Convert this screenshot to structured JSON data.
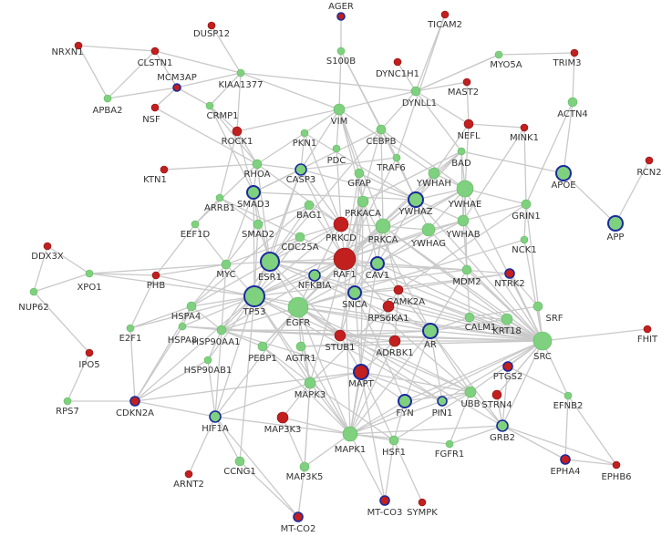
{
  "colors": {
    "green": "#7fd17f",
    "red": "#c21f1f",
    "ring": "#1a2a9c",
    "edge": "#c9c9c9",
    "label": "#333333"
  },
  "nodes": [
    {
      "id": "AGER",
      "color": "red",
      "ring": true
    },
    {
      "id": "DUSP12",
      "color": "red"
    },
    {
      "id": "TICAM2",
      "color": "red"
    },
    {
      "id": "NRXN1",
      "color": "red"
    },
    {
      "id": "CLSTN1",
      "color": "red"
    },
    {
      "id": "S100B",
      "color": "green"
    },
    {
      "id": "DYNC1H1",
      "color": "red"
    },
    {
      "id": "MYO5A",
      "color": "green"
    },
    {
      "id": "TRIM3",
      "color": "red"
    },
    {
      "id": "MCM3AP",
      "color": "red",
      "ring": true
    },
    {
      "id": "KIAA1377",
      "color": "green"
    },
    {
      "id": "MAST2",
      "color": "red"
    },
    {
      "id": "APBA2",
      "color": "green"
    },
    {
      "id": "DYNLL1",
      "color": "green"
    },
    {
      "id": "CRMP1",
      "color": "green"
    },
    {
      "id": "NSF",
      "color": "red"
    },
    {
      "id": "VIM",
      "color": "green"
    },
    {
      "id": "ROCK1",
      "color": "red"
    },
    {
      "id": "NEFL",
      "color": "red"
    },
    {
      "id": "ACTN4",
      "color": "green"
    },
    {
      "id": "MINK1",
      "color": "red"
    },
    {
      "id": "PKN1",
      "color": "green"
    },
    {
      "id": "CEBPB",
      "color": "green"
    },
    {
      "id": "PDC",
      "color": "green"
    },
    {
      "id": "TRAF6",
      "color": "green"
    },
    {
      "id": "BAD",
      "color": "green"
    },
    {
      "id": "RCN2",
      "color": "red"
    },
    {
      "id": "RHOA",
      "color": "green"
    },
    {
      "id": "CASP3",
      "color": "green",
      "ring": true
    },
    {
      "id": "GFAP",
      "color": "green"
    },
    {
      "id": "YWHAH",
      "color": "green"
    },
    {
      "id": "KTN1",
      "color": "red"
    },
    {
      "id": "APOE",
      "color": "green",
      "ring": true
    },
    {
      "id": "SMAD3",
      "color": "green",
      "ring": true
    },
    {
      "id": "ARRB1",
      "color": "green"
    },
    {
      "id": "YWHAZ",
      "color": "green",
      "ring": true
    },
    {
      "id": "YWHAE",
      "color": "green"
    },
    {
      "id": "BAG1",
      "color": "green"
    },
    {
      "id": "PRKACA",
      "color": "green"
    },
    {
      "id": "EEF1D",
      "color": "green"
    },
    {
      "id": "GRIN1",
      "color": "green"
    },
    {
      "id": "SMAD2",
      "color": "green"
    },
    {
      "id": "YWHAB",
      "color": "green"
    },
    {
      "id": "APP",
      "color": "green",
      "ring": true
    },
    {
      "id": "PRKCD",
      "color": "red"
    },
    {
      "id": "PRKCA",
      "color": "green"
    },
    {
      "id": "YWHAG",
      "color": "green"
    },
    {
      "id": "DDX3X",
      "color": "red"
    },
    {
      "id": "CDC25A",
      "color": "green"
    },
    {
      "id": "NCK1",
      "color": "green"
    },
    {
      "id": "ESR1",
      "color": "green",
      "ring": true
    },
    {
      "id": "RAF1",
      "color": "red"
    },
    {
      "id": "CAV1",
      "color": "green",
      "ring": true
    },
    {
      "id": "MYC",
      "color": "green"
    },
    {
      "id": "PHB",
      "color": "red"
    },
    {
      "id": "XPO1",
      "color": "green"
    },
    {
      "id": "NFKBIA",
      "color": "green",
      "ring": true
    },
    {
      "id": "MDM2",
      "color": "green"
    },
    {
      "id": "NTRK2",
      "color": "red",
      "ring": true
    },
    {
      "id": "TP53",
      "color": "green",
      "ring": true
    },
    {
      "id": "SNCA",
      "color": "green",
      "ring": true
    },
    {
      "id": "CAMK2A",
      "color": "red"
    },
    {
      "id": "NUP62",
      "color": "green"
    },
    {
      "id": "HSPA4",
      "color": "green"
    },
    {
      "id": "EGFR",
      "color": "green"
    },
    {
      "id": "RPS6KA1",
      "color": "red"
    },
    {
      "id": "SRF",
      "color": "green"
    },
    {
      "id": "E2F1",
      "color": "green"
    },
    {
      "id": "CALM1",
      "color": "green"
    },
    {
      "id": "AR",
      "color": "green",
      "ring": true
    },
    {
      "id": "HSP90AA1",
      "color": "green"
    },
    {
      "id": "KRT18",
      "color": "green"
    },
    {
      "id": "HSPA8",
      "color": "green"
    },
    {
      "id": "STUB1",
      "color": "red"
    },
    {
      "id": "ADRBK1",
      "color": "red"
    },
    {
      "id": "FHIT",
      "color": "red"
    },
    {
      "id": "SRC",
      "color": "green"
    },
    {
      "id": "IPO5",
      "color": "red"
    },
    {
      "id": "HSP90AB1",
      "color": "green"
    },
    {
      "id": "PEBP1",
      "color": "green"
    },
    {
      "id": "AGTR1",
      "color": "green"
    },
    {
      "id": "MAPT",
      "color": "red",
      "ring": true
    },
    {
      "id": "PTGS2",
      "color": "red",
      "ring": true
    },
    {
      "id": "MAPK3",
      "color": "green"
    },
    {
      "id": "STRN4",
      "color": "red"
    },
    {
      "id": "RPS7",
      "color": "green"
    },
    {
      "id": "CDKN2A",
      "color": "red",
      "ring": true
    },
    {
      "id": "HIF1A",
      "color": "green",
      "ring": true
    },
    {
      "id": "FYN",
      "color": "green",
      "ring": true
    },
    {
      "id": "PIN1",
      "color": "green",
      "ring": true
    },
    {
      "id": "UBB",
      "color": "green"
    },
    {
      "id": "EFNB2",
      "color": "green"
    },
    {
      "id": "MAP3K3",
      "color": "red"
    },
    {
      "id": "GRB2",
      "color": "green",
      "ring": true
    },
    {
      "id": "MAPK1",
      "color": "green"
    },
    {
      "id": "HSF1",
      "color": "green"
    },
    {
      "id": "FGFR1",
      "color": "green"
    },
    {
      "id": "EPHA4",
      "color": "red",
      "ring": true
    },
    {
      "id": "EPHB6",
      "color": "red"
    },
    {
      "id": "ARNT2",
      "color": "red"
    },
    {
      "id": "CCNG1",
      "color": "green"
    },
    {
      "id": "MAP3K5",
      "color": "green"
    },
    {
      "id": "MT-CO3",
      "color": "red",
      "ring": true
    },
    {
      "id": "SYMPK",
      "color": "red"
    },
    {
      "id": "MT-CO2",
      "color": "red",
      "ring": true
    }
  ]
}
